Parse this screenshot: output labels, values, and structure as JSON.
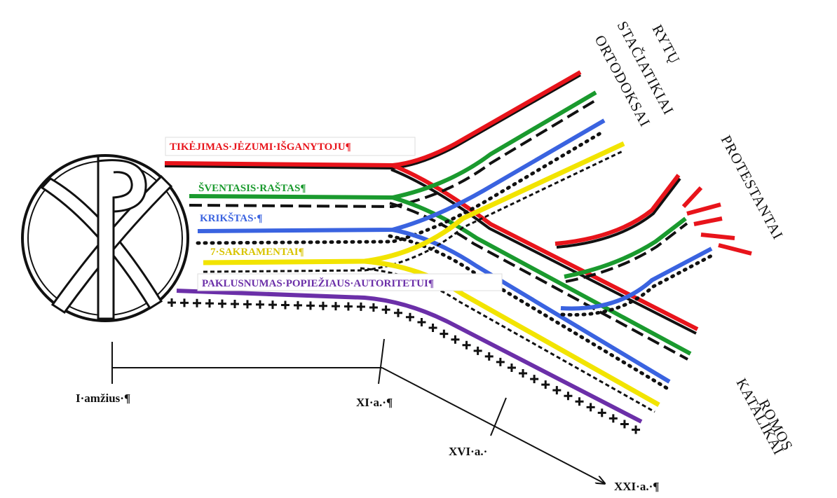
{
  "labels": {
    "faith": "TIKĖJIMAS·JĖZUMI·IŠGANYTOJU¶",
    "scripture": "ŠVENTASIS·RAŠTAS¶",
    "baptism": "KRIKŠTAS·¶",
    "sacraments": "7·SAKRAMENTAI¶",
    "obedience": "PAKLUSNUMAS·POPIEŽIAUS·AUTORITETUI¶"
  },
  "timeline": {
    "c1": "I·amžius·¶",
    "c11": "XI·a.·¶",
    "c16": "XVI·a.·",
    "c21": "XXI·a.·¶"
  },
  "branches": {
    "orthodox_line1": "RYTŲ",
    "orthodox_line2": "STAČIATIKIAI",
    "orthodox_line3": "ORTODOKSAI",
    "protestant": "PROTESTANTAI",
    "catholic_line1": "ROMOS",
    "catholic_line2": "KATALIKAI"
  },
  "colors": {
    "faith": "#e8141b",
    "scripture": "#1a9a2e",
    "baptism": "#3a63e0",
    "sacraments": "#f2e400",
    "obedience": "#6b2fa8",
    "ink": "#111111"
  }
}
